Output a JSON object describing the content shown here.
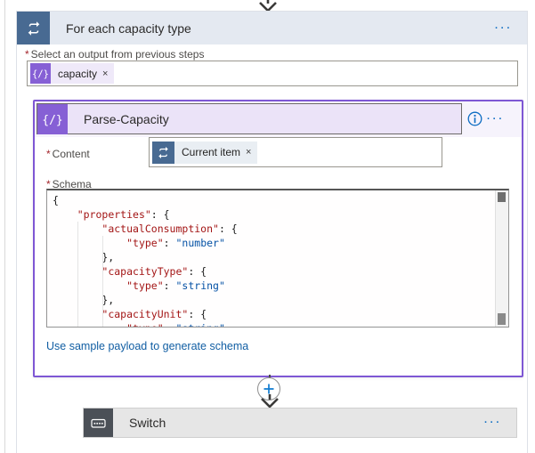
{
  "ui": {
    "required": "*",
    "menu_dots": "···",
    "remove": "×"
  },
  "colors": {
    "accent_purple": "#8660d5",
    "card_border_purple": "#7e57d4",
    "loop_icon_blue": "#486a92",
    "switch_icon_dark": "#4b5057",
    "action_blue": "#0b6bc2",
    "link_blue": "#115ea3",
    "code_key": "#a31515",
    "code_string": "#0451a5"
  },
  "foreach": {
    "title": "For each capacity type",
    "select_label": "Select an output from previous steps",
    "token": {
      "label": "capacity"
    }
  },
  "parse": {
    "title": "Parse-Capacity",
    "content_label": "Content",
    "content_token": {
      "label": "Current item"
    },
    "schema_label": "Schema",
    "generate_link": "Use sample payload to generate schema",
    "schema": {
      "lines": [
        [
          [
            "p",
            "{"
          ]
        ],
        [
          [
            "p",
            "    "
          ],
          [
            "k",
            "\"properties\""
          ],
          [
            "p",
            ": {"
          ]
        ],
        [
          [
            "p",
            "        "
          ],
          [
            "k",
            "\"actualConsumption\""
          ],
          [
            "p",
            ": {"
          ]
        ],
        [
          [
            "p",
            "            "
          ],
          [
            "k",
            "\"type\""
          ],
          [
            "p",
            ": "
          ],
          [
            "s",
            "\"number\""
          ]
        ],
        [
          [
            "p",
            "        },"
          ]
        ],
        [
          [
            "p",
            "        "
          ],
          [
            "k",
            "\"capacityType\""
          ],
          [
            "p",
            ": {"
          ]
        ],
        [
          [
            "p",
            "            "
          ],
          [
            "k",
            "\"type\""
          ],
          [
            "p",
            ": "
          ],
          [
            "s",
            "\"string\""
          ]
        ],
        [
          [
            "p",
            "        },"
          ]
        ],
        [
          [
            "p",
            "        "
          ],
          [
            "k",
            "\"capacityUnit\""
          ],
          [
            "p",
            ": {"
          ]
        ],
        [
          [
            "p",
            "            "
          ],
          [
            "k",
            "\"type\""
          ],
          [
            "p",
            ": "
          ],
          [
            "s",
            "\"string\""
          ]
        ]
      ]
    }
  },
  "switch_card": {
    "title": "Switch"
  }
}
